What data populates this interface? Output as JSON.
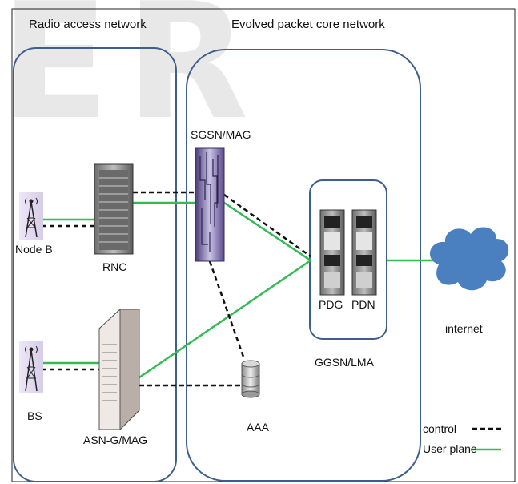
{
  "watermark": {
    "text": "ER"
  },
  "regions": {
    "radio_access": {
      "title": "Radio access network"
    },
    "evolved_core": {
      "title": "Evolved packet core network"
    }
  },
  "nodes": {
    "node_b": "Node B",
    "rnc": "RNC",
    "sgsn_mag": "SGSN/MAG",
    "pdg": "PDG",
    "pdn": "PDN",
    "ggsn_lma": "GGSN/LMA",
    "internet": "internet",
    "bs": "BS",
    "asn_g_mag": "ASN-G/MAG",
    "aaa": "AAA"
  },
  "legend": {
    "control": "control",
    "user_plane": "User plane"
  },
  "colors": {
    "region_border": "#3e5f8e",
    "control_line": "#111111",
    "user_plane_line": "#33bb55",
    "cloud": "#4a7fc0"
  }
}
